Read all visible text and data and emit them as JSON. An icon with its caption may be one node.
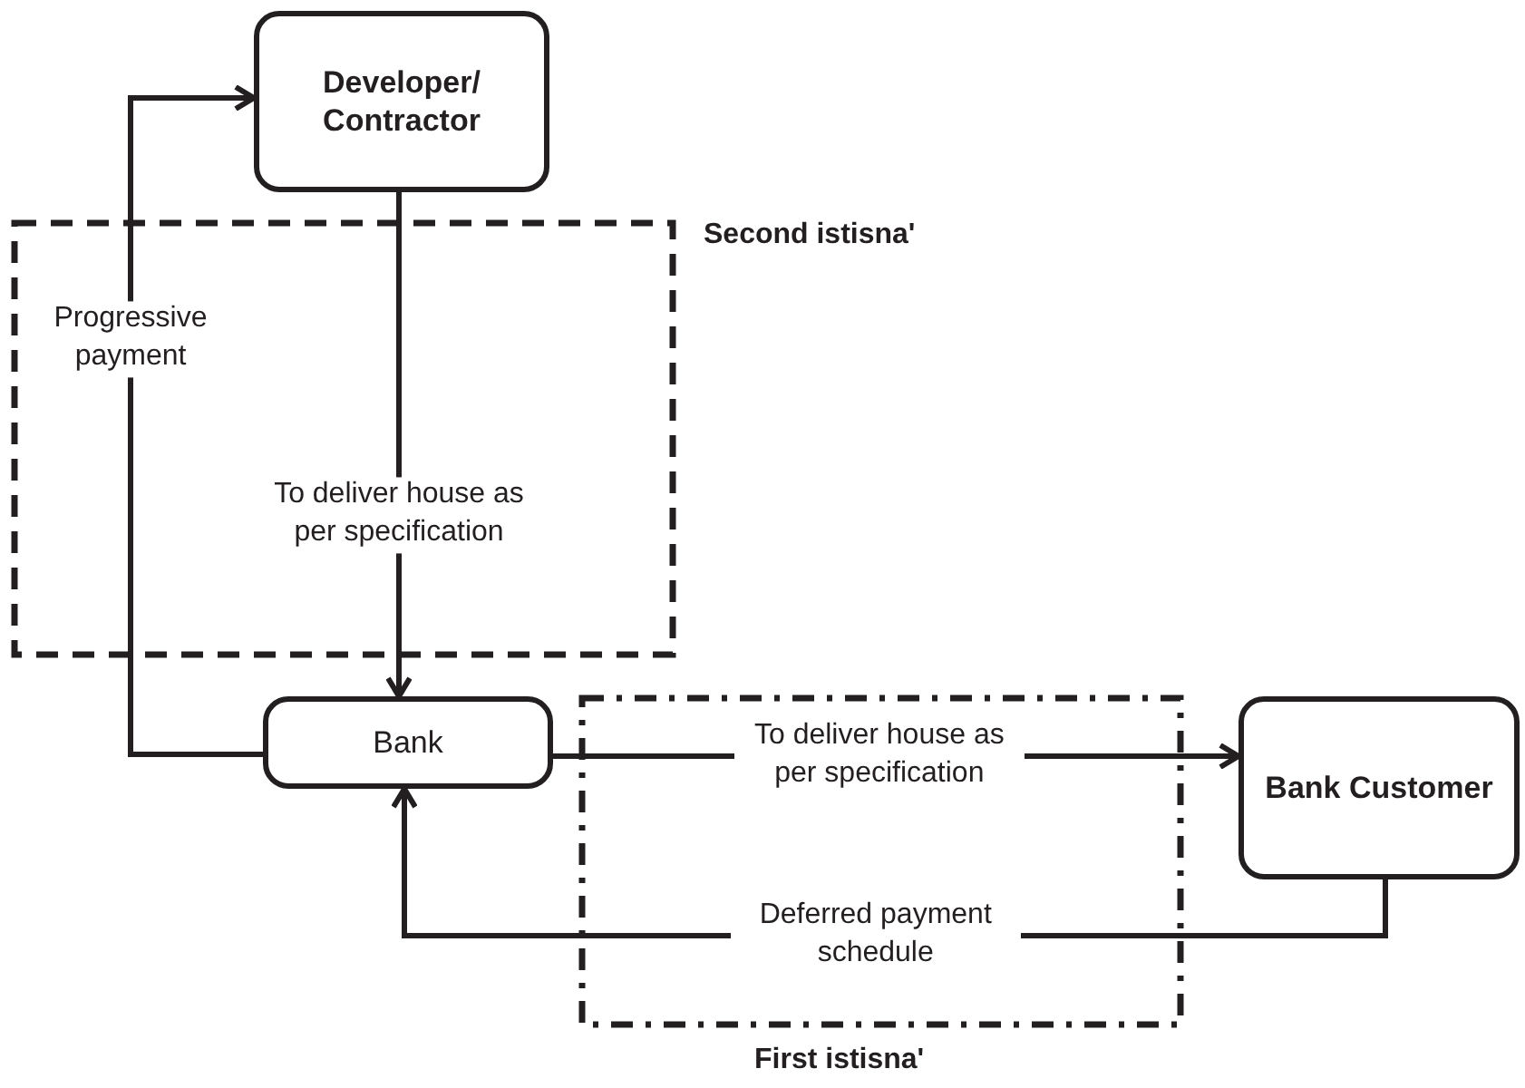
{
  "diagram": {
    "nodes": [
      {
        "text": [
          "Developer/ Contractor"
        ]
      },
      {
        "text": [
          "Bank"
        ]
      },
      {
        "text": [
          "Bank Customer"
        ]
      }
    ],
    "edges": [
      {
        "from": 1,
        "to": 0,
        "arrow": "to",
        "label": "Progressive payment"
      },
      {
        "from": 0,
        "to": 1,
        "arrow": "to",
        "label": "To deliver house as per specification"
      },
      {
        "from": 1,
        "to": 2,
        "arrow": "to",
        "label": "To deliver house as per specification"
      },
      {
        "from": 2,
        "to": 1,
        "arrow": "to",
        "label": "Deferred payment schedule"
      }
    ],
    "labels": [
      "Second istisna'",
      "First istisna'"
    ]
  }
}
